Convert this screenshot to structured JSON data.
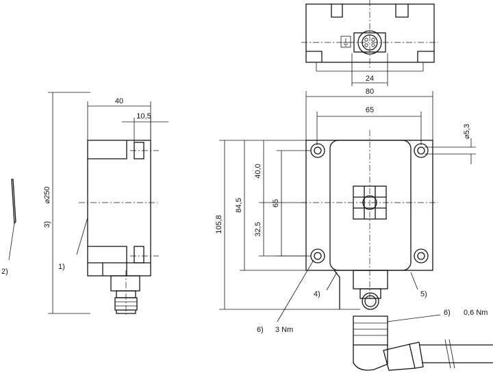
{
  "dimensions": {
    "w40": "40",
    "w10_5": "10,5",
    "dia250": "⌀250",
    "w24": "24",
    "w80": "80",
    "w65h": "65",
    "h105_8": "105,8",
    "h84_5": "84,5",
    "h40_0": "40,0",
    "h65v": "65",
    "h32_5": "32,5",
    "dia5_3": "⌀5,3"
  },
  "callouts": {
    "c1": "1)",
    "c2": "2)",
    "c3": "3)",
    "c4": "4)",
    "c5": "5)",
    "c6a": "6)",
    "c6b": "6)",
    "torque_3nm": "3 Nm",
    "torque_06nm": "0,6 Nm"
  }
}
